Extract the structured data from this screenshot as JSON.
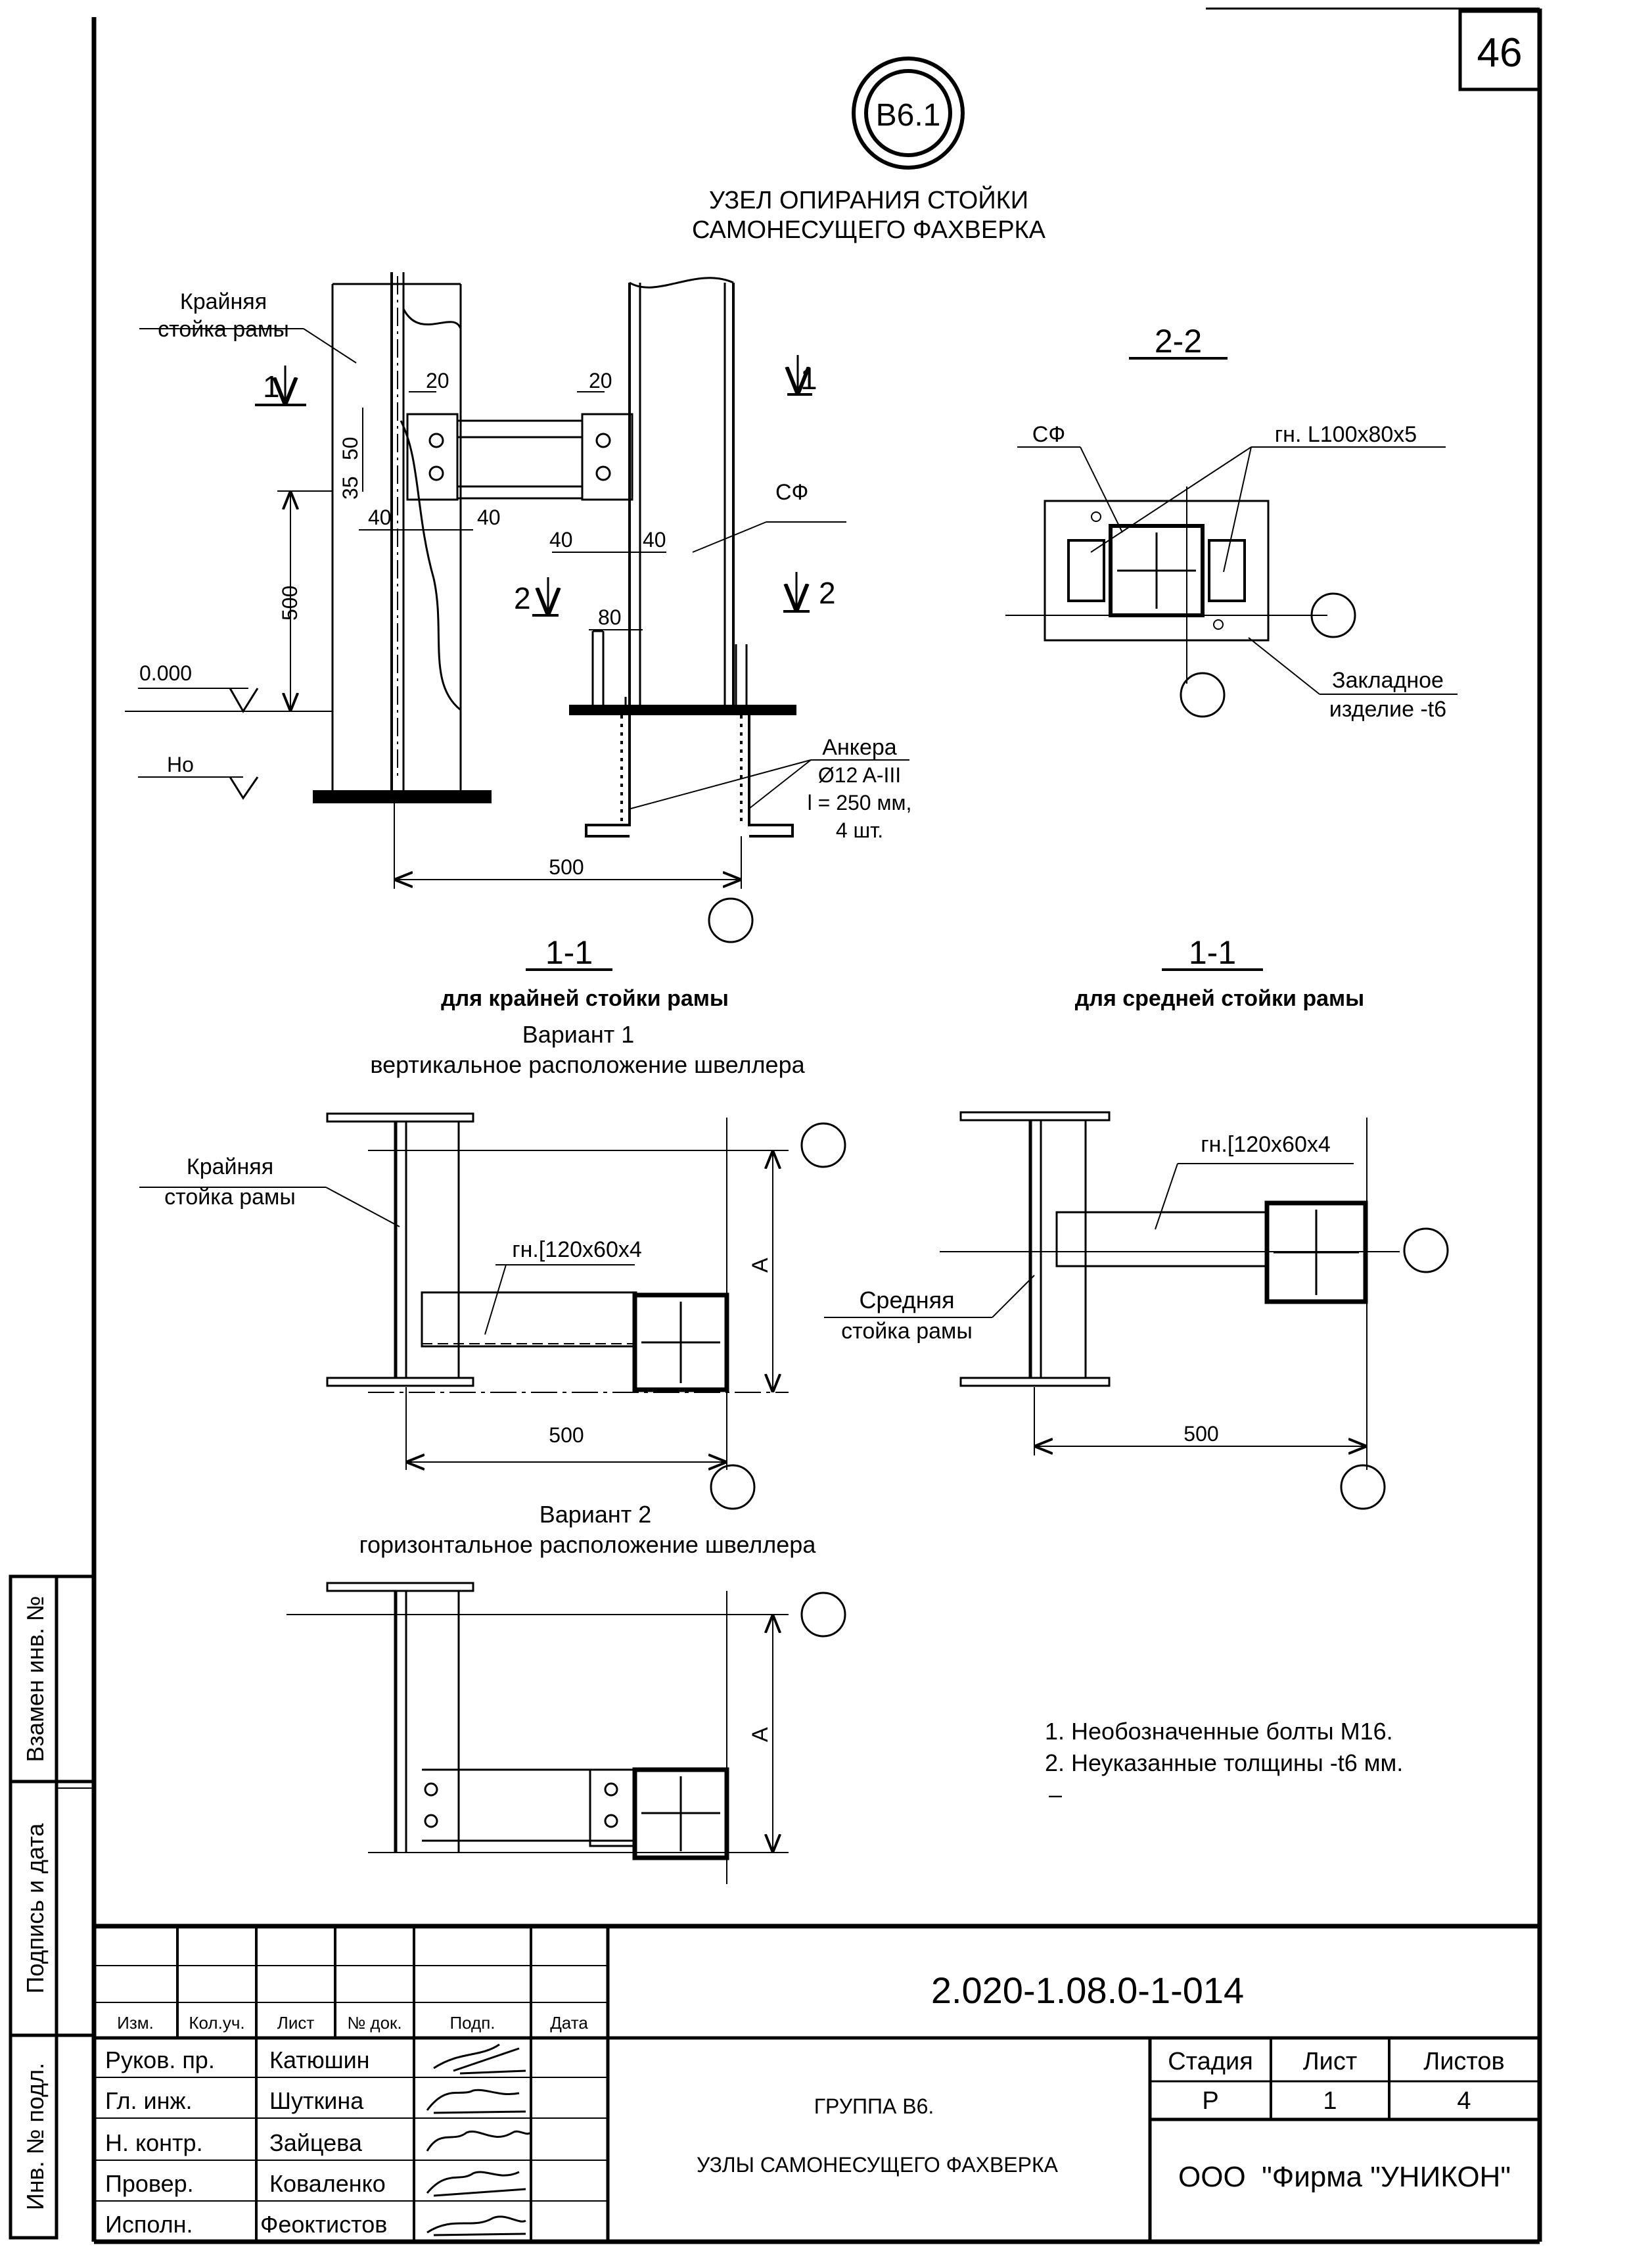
{
  "sheet_number": "46",
  "node_mark": "В6.1",
  "title": [
    "УЗЕЛ ОПИРАНИЯ СТОЙКИ",
    "САМОНЕСУЩЕГО ФАХВЕРКА"
  ],
  "elevation_view": {
    "label_edge_column": [
      "Крайняя",
      "стойка рамы"
    ],
    "cut_1": "1",
    "cut_2": "2",
    "dim_20_left": "20",
    "dim_20_right": "20",
    "dim_50": "50",
    "dim_35": "35",
    "dim_40_a": "40",
    "dim_40_b": "40",
    "dim_40_c": "40",
    "dim_40_d": "40",
    "dim_80": "80",
    "dim_500_vert": "500",
    "dim_500_horiz": "500",
    "label_sf": "СФ",
    "level_zero": "0.000",
    "level_hn": "Нo",
    "anchors": [
      "Анкера",
      "Ø12 A-III",
      "l = 250 мм,",
      "4 шт."
    ]
  },
  "section_2_2": {
    "title": "2-2",
    "label_sf": "СФ",
    "label_angle": "гн. L100x80x5",
    "label_embed": [
      "Закладное",
      "изделие -t6"
    ]
  },
  "section_1_1_edge": {
    "title": "1-1",
    "subtitle": "для крайней стойки рамы",
    "variant_1": [
      "Вариант 1",
      "вертикальное расположение швеллера"
    ],
    "label_column": [
      "Крайняя",
      "стойка рамы"
    ],
    "label_channel": "гн.[120x60x4",
    "dim_a": "A",
    "dim_500": "500",
    "variant_2": [
      "Вариант 2",
      "горизонтальное расположение швеллера"
    ],
    "dim_a2": "A"
  },
  "section_1_1_middle": {
    "title": "1-1",
    "subtitle": "для средней стойки рамы",
    "label_channel": "гн.[120x60x4",
    "label_column": [
      "Средняя",
      "стойка рамы"
    ],
    "dim_500": "500"
  },
  "notes": [
    "1. Необозначенные болты М16.",
    "2. Неуказанные толщины -t6 мм.",
    "–"
  ],
  "side_stamp": [
    "Взамен инв. №",
    "Подпись и дата",
    "Инв. № подл."
  ],
  "title_block": {
    "designation": "2.020-1.08.0-1-014",
    "headers": [
      "Изм.",
      "Кол.уч.",
      "Лист",
      "№ док.",
      "Подп.",
      "Дата"
    ],
    "roles": [
      "Руков. пр.",
      "Гл. инж.",
      "Н. контр.",
      "Провер.",
      "Исполн."
    ],
    "names": [
      "Катюшин",
      "Шуткина",
      "Зайцева",
      "Коваленко",
      "Феоктистов"
    ],
    "group": "ГРУППА В6.",
    "sheet_title": "УЗЛЫ САМОНЕСУЩЕГО ФАХВЕРКА",
    "stage_header": "Стадия",
    "list_header": "Лист",
    "lists_header": "Листов",
    "stage_value": "Р",
    "list_value": "1",
    "lists_value": "4",
    "company": "ООО  \"Фирма \"УНИКОН\""
  }
}
